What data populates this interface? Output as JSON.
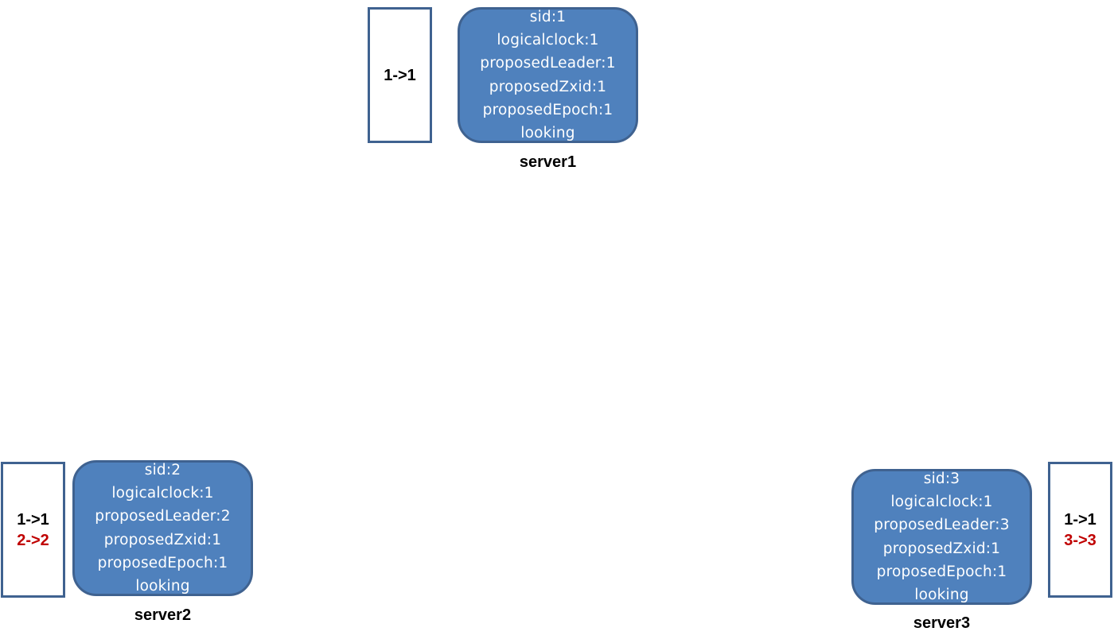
{
  "colors": {
    "state_fill": "#4f81bd",
    "box_border": "#3f6290",
    "vote_old": "#000000",
    "vote_new": "#c00000"
  },
  "servers": [
    {
      "label": "server1",
      "state": {
        "sid": "sid:1",
        "logicalclock": "logicalclock:1",
        "proposedLeader": "proposedLeader:1",
        "proposedZxid": "proposedZxid:1",
        "proposedEpoch": "proposedEpoch:1",
        "status": "looking"
      },
      "votes": [
        {
          "text": "1->1",
          "color": "#000000"
        }
      ]
    },
    {
      "label": "server2",
      "state": {
        "sid": "sid:2",
        "logicalclock": "logicalclock:1",
        "proposedLeader": "proposedLeader:2",
        "proposedZxid": "proposedZxid:1",
        "proposedEpoch": "proposedEpoch:1",
        "status": "looking"
      },
      "votes": [
        {
          "text": "1->1",
          "color": "#000000"
        },
        {
          "text": "2->2",
          "color": "#c00000"
        }
      ]
    },
    {
      "label": "server3",
      "state": {
        "sid": "sid:3",
        "logicalclock": "logicalclock:1",
        "proposedLeader": "proposedLeader:3",
        "proposedZxid": "proposedZxid:1",
        "proposedEpoch": "proposedEpoch:1",
        "status": "looking"
      },
      "votes": [
        {
          "text": "1->1",
          "color": "#000000"
        },
        {
          "text": "3->3",
          "color": "#c00000"
        }
      ]
    }
  ]
}
